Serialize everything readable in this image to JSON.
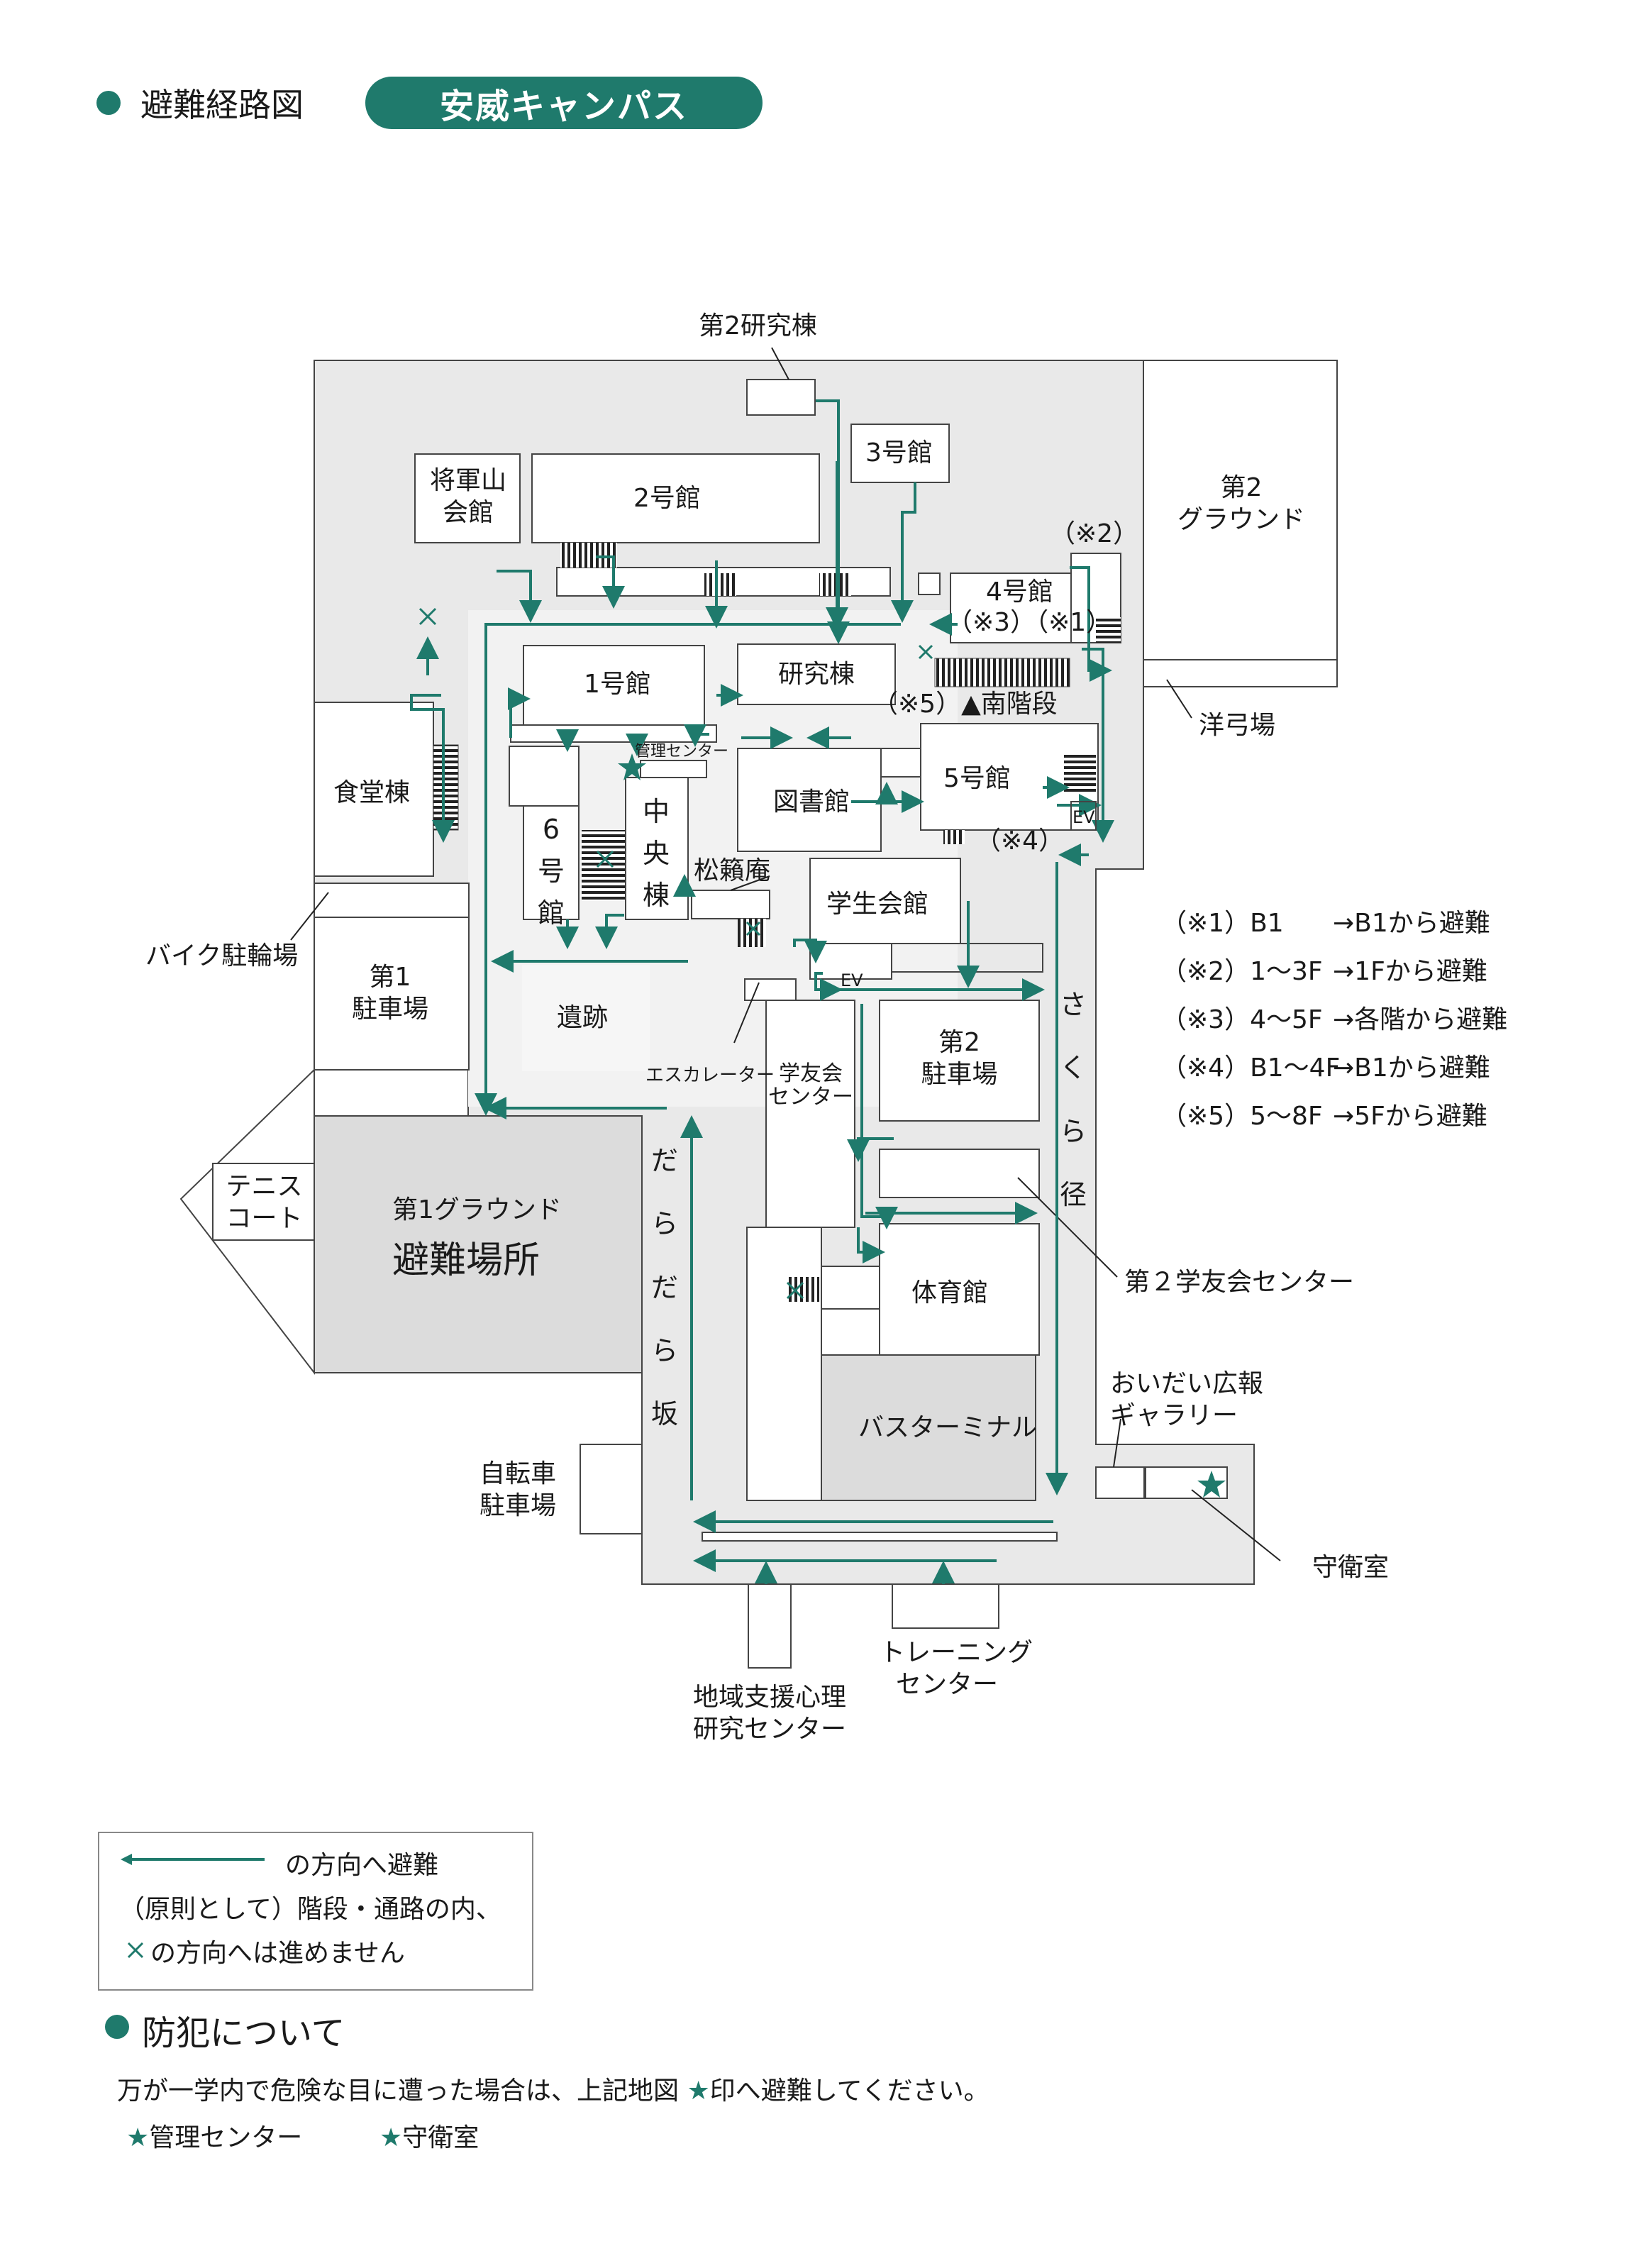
{
  "header": {
    "title": "避難経路図",
    "campus": "安威キャンパス"
  },
  "buildings": {
    "dai2_kenkyu": "第2研究棟",
    "gou3": "3号館",
    "shogunyama_1": "将軍山",
    "shogunyama_2": "会館",
    "gou2": "2号館",
    "dai2_ground_1": "第2",
    "dai2_ground_2": "グラウンド",
    "note2": "（※2）",
    "gou4": "4号館",
    "gou4_note": "（※3）（※1）",
    "gou1": "1号館",
    "kenkyuto": "研究棟",
    "minami_kaidan": "（※5）▲南階段",
    "kyudo": "洋弓場",
    "kanri_center_small": "管理センター",
    "shokudo": "食堂棟",
    "toshokan": "図書館",
    "gou5": "5号館",
    "ev1": "EV",
    "note4": "（※4）",
    "gou6": [
      "6",
      "号",
      "館"
    ],
    "chuo": [
      "中",
      "央",
      "棟"
    ],
    "shoseki": "松籟庵",
    "gakusei": "学生会館",
    "bike": "バイク駐輪場",
    "dai1_parking_1": "第1",
    "dai1_parking_2": "駐車場",
    "iseki": "遺跡",
    "ev2": "EV",
    "escalator": "エスカレーター",
    "gakuyu_1": "学友会",
    "gakuyu_2": "センター",
    "dai2_parking_1": "第2",
    "dai2_parking_2": "駐車場",
    "sakura": [
      "さ",
      "く",
      "ら",
      "径"
    ],
    "tennis_1": "テニス",
    "tennis_2": "コート",
    "dai1_ground": "第1グラウンド",
    "hinan_basho": "避難場所",
    "daradara": [
      "だ",
      "ら",
      "だ",
      "ら",
      "坂"
    ],
    "dai2_gakuyu": "第２学友会センター",
    "taiikukan": "体育館",
    "bus": "バスターミナル",
    "koho_1": "おいだい広報",
    "koho_2": "ギャラリー",
    "jitensha_1": "自転車",
    "jitensha_2": "駐車場",
    "shueishitsu": "守衛室",
    "training_1": "トレーニング",
    "training_2": "センター",
    "chiiki_1": "地域支援心理",
    "chiiki_2": "研究センター"
  },
  "floor_notes": [
    {
      "key": "（※1）B1",
      "value": "→B1から避難"
    },
    {
      "key": "（※2）1～3F",
      "value": "→1Fから避難"
    },
    {
      "key": "（※3）4～5F",
      "value": "→各階から避難"
    },
    {
      "key": "（※4）B1～4F",
      "value": "→B1から避難"
    },
    {
      "key": "（※5）5～8F",
      "value": "→5Fから避難"
    }
  ],
  "legend": {
    "arrow_text": "の方向へ避難",
    "line2": "（原則として）階段・通路の内、",
    "cross_text": "の方向へは進めません"
  },
  "crime": {
    "title": "防犯について",
    "text": "万が一学内で危険な目に遭った場合は、上記地図 ★印へ避難してください。",
    "item1": "★管理センター",
    "item2": "★守衛室"
  },
  "colors": {
    "accent": "#1f7a6c",
    "area": "#e9e9e9",
    "ground": "#dcdcdc"
  }
}
